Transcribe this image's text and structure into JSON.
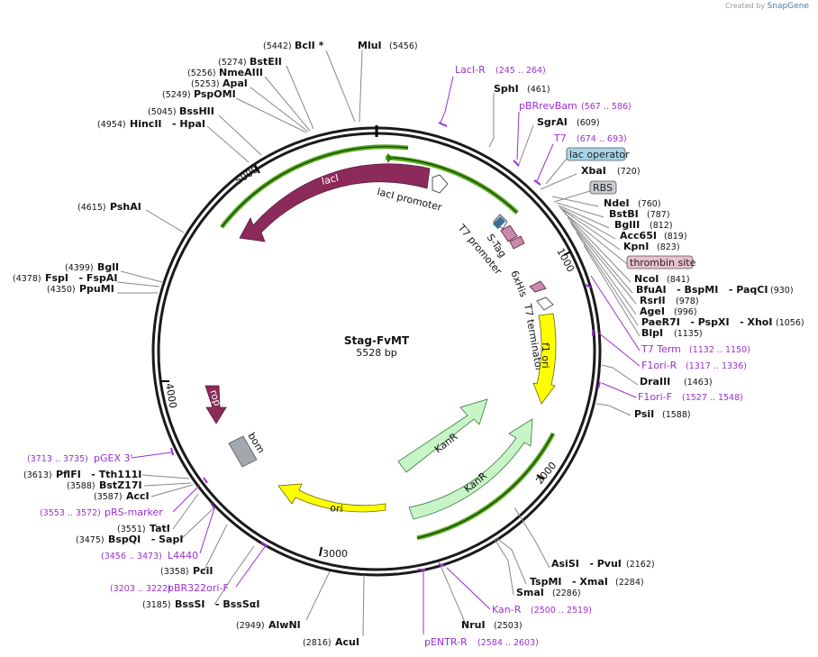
{
  "credit": {
    "prefix": "Created by",
    "brand": "SnapGene"
  },
  "plasmid": {
    "name": "Stag-FvMT",
    "size": "5528 bp"
  },
  "ticks": {
    "t1000": "1000",
    "t2000": "2000",
    "t3000": "3000",
    "t4000": "4000",
    "t5000": "5000"
  },
  "sites": {
    "bcl": {
      "pos": "(5442)",
      "name": "BclI *"
    },
    "mlu": {
      "name": "MluI",
      "pos": "(5456)"
    },
    "bste": {
      "pos": "(5274)",
      "name": "BstEII"
    },
    "nme": {
      "pos": "(5256)",
      "name": "NmeAIII"
    },
    "apa": {
      "pos": "(5253)",
      "name": "ApaI"
    },
    "psp": {
      "pos": "(5249)",
      "name": "PspOMI"
    },
    "bss": {
      "pos": "(5045)",
      "name": "BssHII"
    },
    "hinc": {
      "pos": "(4954)",
      "name": "HincII   - HpaI"
    },
    "psh": {
      "pos": "(4615)",
      "name": "PshAI"
    },
    "bgl1": {
      "pos": "(4399)",
      "name": "BglI"
    },
    "fsp": {
      "pos": "(4378)",
      "name": "FspI   - FspAI"
    },
    "ppu": {
      "pos": "(4350)",
      "name": "PpuMI"
    },
    "sph": {
      "name": "SphI",
      "pos": "(461)"
    },
    "sgr": {
      "name": "SgrAI",
      "pos": "(609)"
    },
    "xba": {
      "name": "XbaI",
      "pos": "(720)"
    },
    "nde": {
      "name": "NdeI",
      "pos": "(760)"
    },
    "bstbi": {
      "name": "BstBI",
      "pos": "(787)"
    },
    "bgl2": {
      "name": "BglII",
      "pos": "(812)"
    },
    "acc65": {
      "name": "Acc65I",
      "pos": "(819)"
    },
    "kpn": {
      "name": "KpnI",
      "pos": "(823)"
    },
    "nco": {
      "name": "NcoI",
      "pos": "(841)"
    },
    "bfu": {
      "name": "BfuAI   - BspMI   - PaqCI",
      "pos": "(930)"
    },
    "rsr": {
      "name": "RsrII",
      "pos": "(978)"
    },
    "age": {
      "name": "AgeI",
      "pos": "(996)"
    },
    "paer": {
      "name": "PaeR7I   - PspXI   - XhoI",
      "pos": "(1056)"
    },
    "blp": {
      "name": "BlpI",
      "pos": "(1135)"
    },
    "dra": {
      "name": "DraIII",
      "pos": "(1463)"
    },
    "psi": {
      "name": "PsiI",
      "pos": "(1588)"
    },
    "asi": {
      "name": "AsiSI   - PvuI",
      "pos": "(2162)"
    },
    "tsp": {
      "name": "TspMI   - XmaI",
      "pos": "(2284)"
    },
    "sma": {
      "name": "SmaI",
      "pos": "(2286)"
    },
    "nru": {
      "name": "NruI",
      "pos": "(2503)"
    },
    "acu": {
      "pos": "(2816)",
      "name": "AcuI"
    },
    "alw": {
      "pos": "(2949)",
      "name": "AlwNI"
    },
    "bsssi": {
      "pos": "(3185)",
      "name": "BssSI   - BssSαI"
    },
    "pci": {
      "pos": "(3358)",
      "name": "PciI"
    },
    "bspq": {
      "pos": "(3475)",
      "name": "BspQI   - SapI"
    },
    "tat": {
      "pos": "(3551)",
      "name": "TatI"
    },
    "acc1": {
      "pos": "(3587)",
      "name": "AccI"
    },
    "bstz": {
      "pos": "(3588)",
      "name": "BstZ17I"
    },
    "pfl": {
      "pos": "(3613)",
      "name": "PflFI   - Tth111I"
    }
  },
  "primers": {
    "lacir": {
      "name": "LacI-R",
      "pos": "(245 .. 264)"
    },
    "pbr": {
      "name": "pBRrevBam",
      "pos": "(567 .. 586)"
    },
    "t7": {
      "name": "T7",
      "pos": "(674 .. 693)"
    },
    "t7term": {
      "name": "T7 Term",
      "pos": "(1132 .. 1150)"
    },
    "f1r": {
      "name": "F1ori-R",
      "pos": "(1317 .. 1336)"
    },
    "f1f": {
      "name": "F1ori-F",
      "pos": "(1527 .. 1548)"
    },
    "kanr": {
      "name": "Kan-R",
      "pos": "(2500 .. 2519)"
    },
    "pentr": {
      "name": "pENTR-R",
      "pos": "(2584 .. 2603)"
    },
    "pbr322": {
      "pos": "(3203 .. 3222)",
      "name": "pBR322ori-F"
    },
    "l4440": {
      "pos": "(3456 .. 3473)",
      "name": "L4440"
    },
    "prs": {
      "pos": "(3553 .. 3572)",
      "name": "pRS-marker"
    },
    "pgex": {
      "pos": "(3713 .. 3735)",
      "name": "pGEX 3'"
    }
  },
  "features": {
    "lacop": "lac operator",
    "rbs": "RBS",
    "thrombin": "thrombin site",
    "laci": "lacI",
    "laciprom": "lacI promoter",
    "t7prom": "T7 promoter",
    "stag": "S-Tag",
    "his": "6xHis",
    "t7term": "T7 terminator",
    "f1ori": "f1 ori",
    "kanr1": "KanR",
    "kanr2": "KanR",
    "ori": "ori",
    "rop": "rop",
    "bom": "bom"
  },
  "colors": {
    "laci": "#8c2a5a",
    "f1ori": "#ffff00",
    "kanr": "#c8f5c8",
    "ori": "#ffff00",
    "rop": "#8c2a5a",
    "bom": "#a3a8ad",
    "promoter_arc": "#5aa81e",
    "primer": "#9b30d0",
    "lacop_box": "#a6d5e8",
    "rbs_box": "#c8cdd2",
    "thrombin_box": "#e8c0d0"
  }
}
